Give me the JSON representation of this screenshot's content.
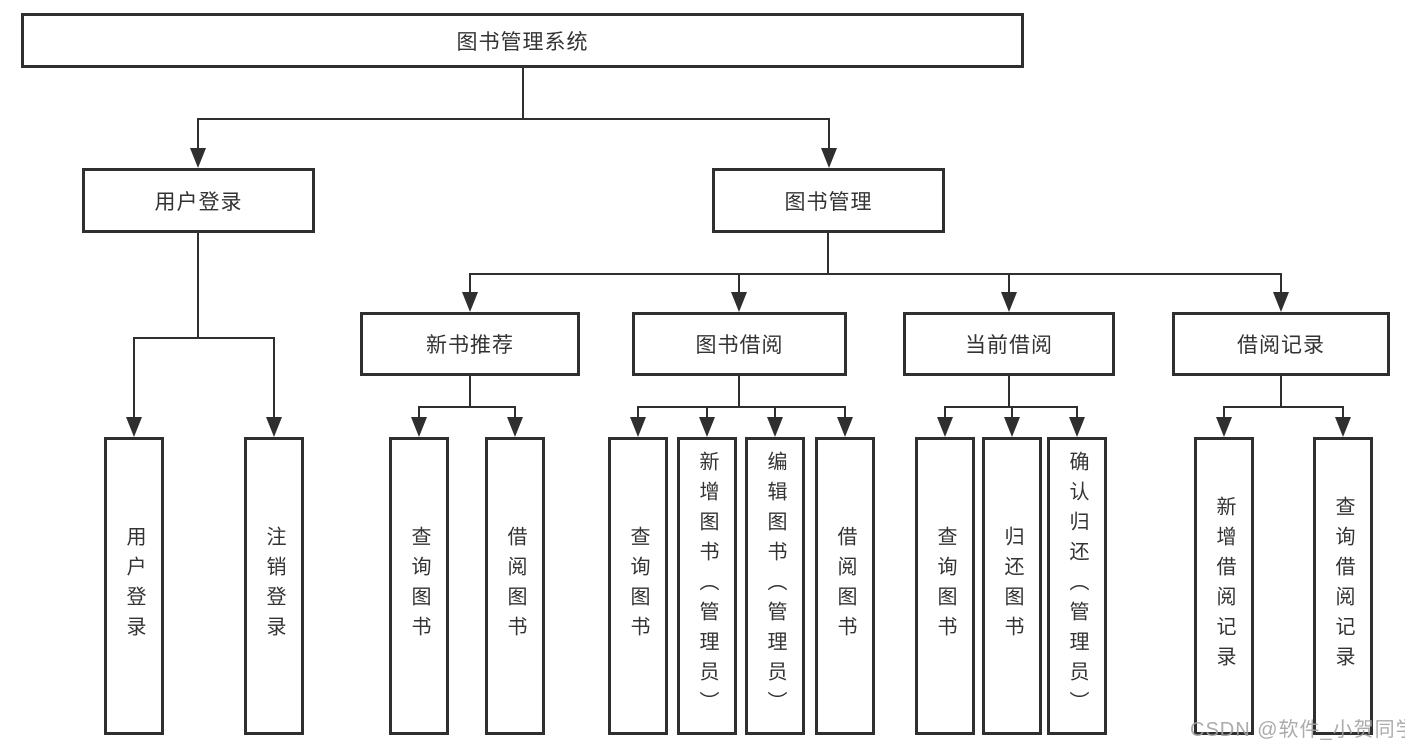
{
  "diagram_type": "hierarchy",
  "tree": {
    "label": "图书管理系统",
    "children": [
      {
        "label": "用户登录",
        "children": [
          {
            "label": "用户登录"
          },
          {
            "label": "注销登录"
          }
        ]
      },
      {
        "label": "图书管理",
        "children": [
          {
            "label": "新书推荐",
            "children": [
              {
                "label": "查询图书"
              },
              {
                "label": "借阅图书"
              }
            ]
          },
          {
            "label": "图书借阅",
            "children": [
              {
                "label": "查询图书"
              },
              {
                "label": "新增图书（管理员）"
              },
              {
                "label": "编辑图书（管理员）"
              },
              {
                "label": "借阅图书"
              }
            ]
          },
          {
            "label": "当前借阅",
            "children": [
              {
                "label": "查询图书"
              },
              {
                "label": "归还图书"
              },
              {
                "label": "确认归还（管理员）"
              }
            ]
          },
          {
            "label": "借阅记录",
            "children": [
              {
                "label": "新增借阅记录"
              },
              {
                "label": "查询借阅记录"
              }
            ]
          }
        ]
      }
    ]
  },
  "watermark": {
    "text": "CSDN @软件_小贺同学"
  },
  "colors": {
    "line": "#2f2f2f",
    "text": "#333333",
    "watermark": "#a3a3a3",
    "box_fill": "#ffffff",
    "background": "#ffffff"
  }
}
